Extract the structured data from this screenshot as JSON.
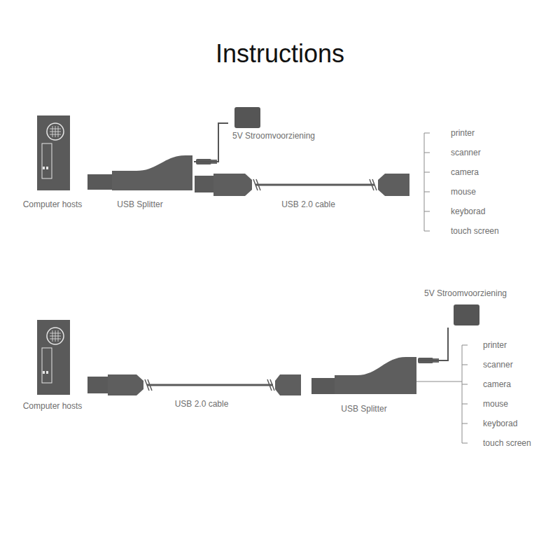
{
  "diagram": {
    "title": "Instructions",
    "nodes": [
      {
        "text": [
          "Computer hosts"
        ]
      },
      {
        "text": [
          "USB Splitter"
        ]
      },
      {
        "text": [
          "5V Stroomvoorziening"
        ]
      },
      {
        "text": [
          "USB 2.0 cable"
        ]
      },
      {
        "text": [
          "Computer hosts"
        ]
      },
      {
        "text": [
          "USB 2.0 cable"
        ]
      },
      {
        "text": [
          "USB Splitter"
        ]
      },
      {
        "text": [
          "5V Stroomvoorziening"
        ]
      }
    ],
    "edges": [
      {
        "from": 2,
        "to": 1,
        "arrow": "none"
      },
      {
        "from": 7,
        "to": 6,
        "arrow": "none"
      }
    ],
    "labels": [
      "printer",
      "scanner",
      "camera",
      "mouse",
      "keyborad",
      "touch screen",
      "printer",
      "scanner",
      "camera",
      "mouse",
      "keyborad",
      "touch screen"
    ]
  }
}
